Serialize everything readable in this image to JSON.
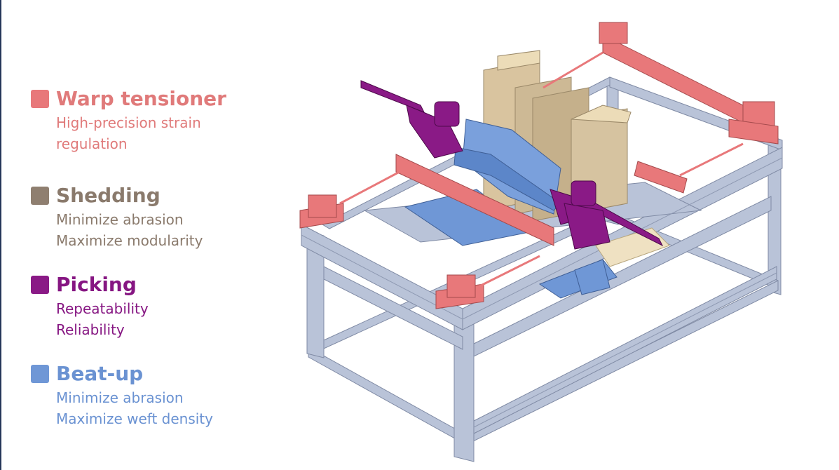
{
  "legend": [
    {
      "title": "Warp tensioner",
      "lines": [
        "High-precision strain",
        "regulation"
      ],
      "color": "#e8787a",
      "text_color": "#e07a7a"
    },
    {
      "title": "Shedding",
      "lines": [
        "Minimize abrasion",
        "Maximize modularity"
      ],
      "color": "#8f7f70",
      "text_color": "#8a7a6c"
    },
    {
      "title": "Picking",
      "lines": [
        "Repeatability",
        "Reliability"
      ],
      "color": "#8a1a86",
      "text_color": "#861682"
    },
    {
      "title": "Beat-up",
      "lines": [
        "Minimize abrasion",
        "Maximize weft density"
      ],
      "color": "#6f97d6",
      "text_color": "#6a92d2"
    }
  ],
  "colors": {
    "frame": "#b9c3d8",
    "frame_dark": "#8e99b2",
    "heddle": "#d9c49f",
    "heddle_dark": "#a99877",
    "platform": "#efe1c2"
  }
}
